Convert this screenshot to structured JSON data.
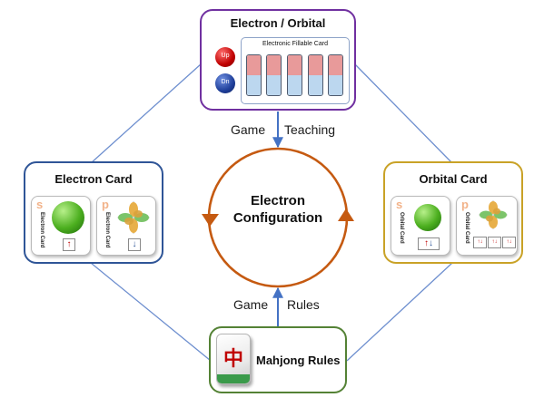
{
  "center": {
    "line1": "Electron",
    "line2": "Configuration"
  },
  "top_box": {
    "title": "Electron / Orbital",
    "up_label": "Up",
    "down_label": "Dn",
    "fillable_card_label": "Electronic Fillable Card",
    "slot_count": 5
  },
  "left_box": {
    "title": "Electron Card",
    "cards": [
      {
        "letter": "s",
        "vertical_label": "Electron Card",
        "arrows": "↑"
      },
      {
        "letter": "p",
        "vertical_label": "Electron Card",
        "arrows": "↓"
      }
    ]
  },
  "right_box": {
    "title": "Orbital Card",
    "cards": [
      {
        "letter": "s",
        "vertical_label": "Orbital Card",
        "arrows": "↑↓"
      },
      {
        "letter": "p",
        "vertical_label": "Orbital Card",
        "arrows": [
          "↑↓",
          "↑↓",
          "↑↓"
        ]
      }
    ]
  },
  "bottom_box": {
    "title": "Mahjong Rules",
    "tile_glyph": "中"
  },
  "edge_labels": {
    "top_left": "Game",
    "top_right": "Teaching",
    "bottom_left": "Game",
    "bottom_right": "Rules"
  },
  "colors": {
    "top_border": "#7030a0",
    "left_border": "#2f5597",
    "right_border": "#c9a227",
    "bottom_border": "#548235",
    "cycle": "#c55a11",
    "connector": "#4472c4",
    "up_arrow": "#c00000",
    "down_arrow": "#2f5597"
  }
}
